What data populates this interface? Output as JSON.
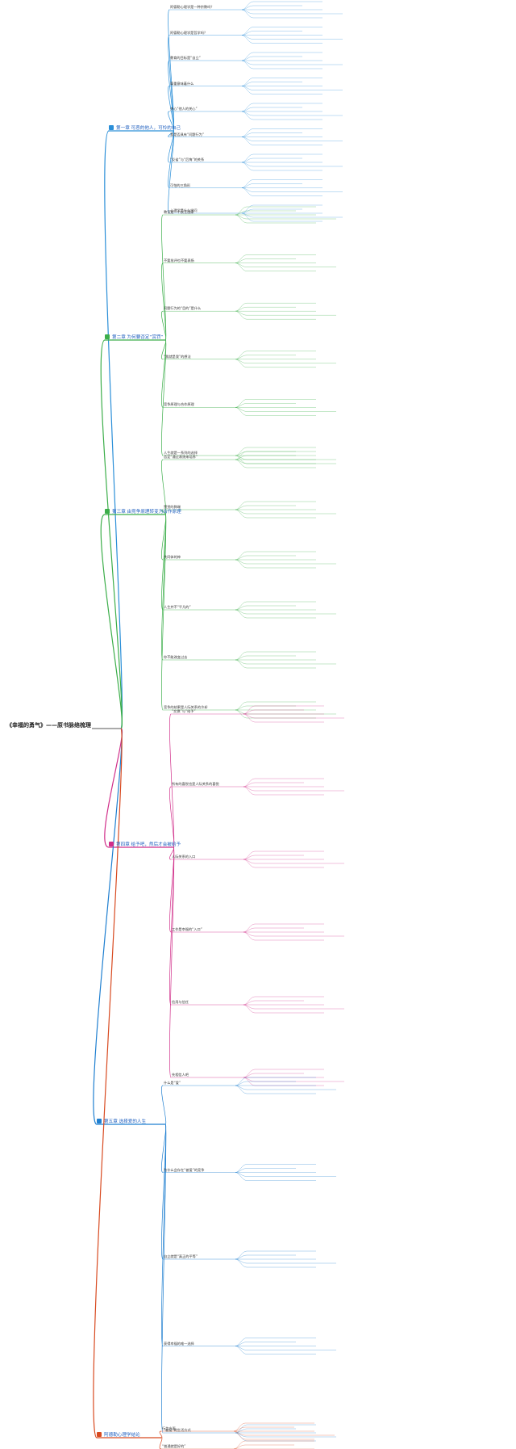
{
  "root": {
    "title": "《幸福的勇气》——原书脉络梳理"
  },
  "branches": [
    {
      "label": "第一章 可恶的他人，可怜的自己",
      "color": "#2b8fd8",
      "items": [
        {
          "text": "阿德勒心理学是一种宗教吗？"
        },
        {
          "text": "阿德勒心理学是哲学吗？"
        },
        {
          "text": "教育的目标是“自立”"
        },
        {
          "text": "尊重意味着什么"
        },
        {
          "text": "关心“他人的关心”"
        },
        {
          "text": "我是否具有“问题行为”"
        },
        {
          "text": "“反省”与“后悔”的关系"
        },
        {
          "text": "可怕的三角形"
        },
        {
          "text": "心理学是什么学问"
        }
      ]
    },
    {
      "label": "第二章 为何要否定“赏罚”",
      "color": "#3cae4a",
      "items": [
        {
          "text": "教室是一个民主国家"
        },
        {
          "text": "不要批评也不要表扬"
        },
        {
          "text": "问题行为的“目的”是什么"
        },
        {
          "text": "“我就是我”的想法"
        },
        {
          "text": "竞争原理与合作原理"
        },
        {
          "text": "人生就是一系列的选择"
        }
      ]
    },
    {
      "label": "第三章 由竞争原理转变为合作原理",
      "color": "#3cae4a",
      "items": [
        {
          "text": "否定“通过表扬来培养”"
        },
        {
          "text": "赞赏的弊端"
        },
        {
          "text": "共同体的神"
        },
        {
          "text": "人生并不“平凡的”"
        },
        {
          "text": "你不能改变过去"
        },
        {
          "text": "竞争的结果是人际关系的冷却"
        }
      ]
    },
    {
      "label": "第四章 给予吧，然后才会被给予",
      "color": "#d12f8a",
      "items": [
        {
          "text": "“交换”与“给予”"
        },
        {
          "text": "所有的喜悦也是人际关系的喜悦"
        },
        {
          "text": "人际关系的入口"
        },
        {
          "text": "工作是幸福的“入口”"
        },
        {
          "text": "信用与信任"
        },
        {
          "text": "先相信人吧"
        }
      ]
    },
    {
      "label": "第五章 选择爱的人生",
      "color": "#1f7fd0",
      "items": [
        {
          "text": "什么是“爱”"
        },
        {
          "text": "为什么会存在“被爱”的竞争"
        },
        {
          "text": "自立就是“真正的平等”"
        },
        {
          "text": "获得幸福的唯一选择"
        },
        {
          "text": "“被爱”的生活方式"
        }
      ]
    },
    {
      "label": "阿德勒心理学结论",
      "color": "#d84a20",
      "items": [
        {
          "text": "行为方面"
        },
        {
          "text": "“普通就是好的”"
        }
      ]
    }
  ]
}
